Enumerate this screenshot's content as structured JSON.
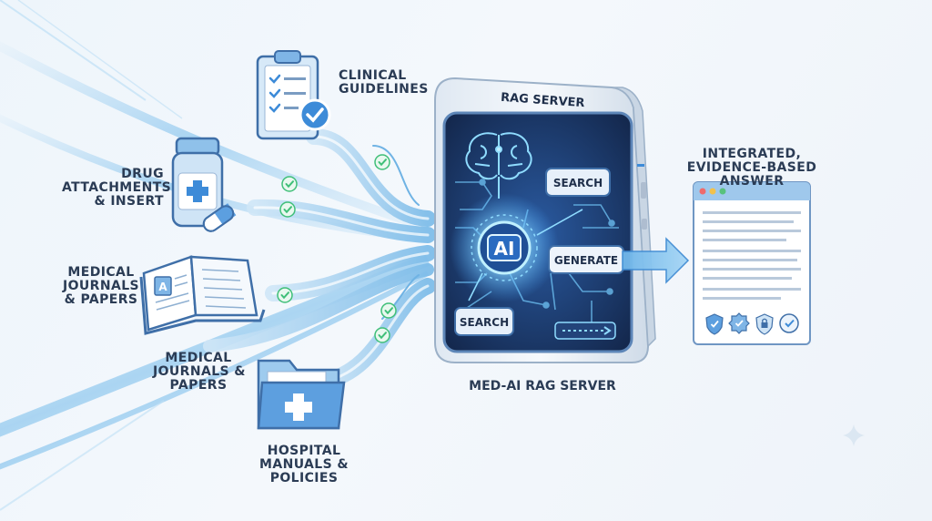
{
  "sources": [
    {
      "id": "clinical-guidelines",
      "label_lines": [
        "CLINICAL",
        "GUIDELINES"
      ],
      "icon": "clipboard-check-icon"
    },
    {
      "id": "drug-attachments",
      "label_lines": [
        "DRUG",
        "ATTACHMENTS",
        "& INSERT"
      ],
      "icon": "medicine-bottle-icon"
    },
    {
      "id": "medical-journals-1",
      "label_lines": [
        "MEDICAL",
        "JOURNALS",
        "& PAPERS"
      ],
      "icon": "open-book-icon"
    },
    {
      "id": "medical-journals-2",
      "label_lines": [
        "MEDICAL",
        "JOURNALS &",
        "PAPERS"
      ],
      "icon": ""
    },
    {
      "id": "hospital-manuals",
      "label_lines": [
        "HOSPITAL",
        "MANUALS &",
        "POLICIES"
      ],
      "icon": "medical-folder-icon"
    }
  ],
  "server": {
    "title": "RAG SERVER",
    "core_label": "AI",
    "search_label_top": "SEARCH",
    "search_label_bottom": "SEARCH",
    "generate_label": "GENERATE",
    "caption": "MED-AI RAG SERVER"
  },
  "output": {
    "label_lines": [
      "INTEGRATED,",
      "EVIDENCE-BASED",
      "ANSWER"
    ],
    "icons": [
      "shield-check-icon",
      "badge-check-icon",
      "shield-lock-icon",
      "check-circle-icon"
    ]
  },
  "colors": {
    "accent": "#3d8bd8",
    "flow": "#8ec5ec",
    "check": "#3fbf78",
    "server_dark": "#1b2e55",
    "text": "#2b3c55"
  }
}
